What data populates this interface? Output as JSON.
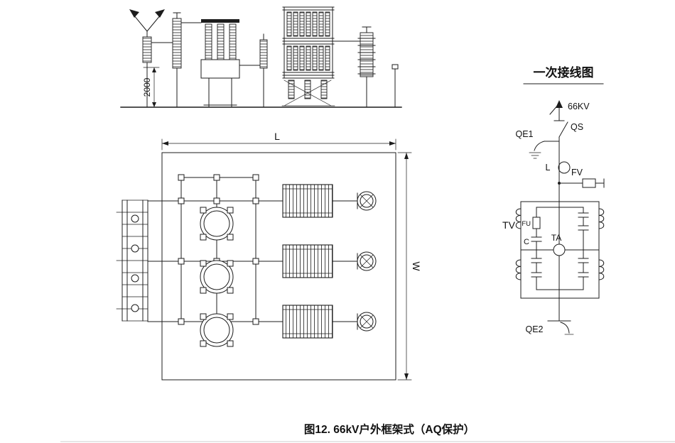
{
  "caption": "图12. 66kV户外框架式（AQ保护）",
  "elevation": {
    "height_dim": "2000"
  },
  "plan": {
    "length_dim": "L",
    "width_dim": "W"
  },
  "schematic": {
    "title": "一次接线图",
    "voltage_label": "66KV",
    "qs_label": "QS",
    "qe1_label": "QE1",
    "reactor_label": "L",
    "fv_label": "FV",
    "tv_label": "TV",
    "fu_label": "FU",
    "c_label": "C",
    "ta_label": "TA",
    "qe2_label": "QE2"
  },
  "colors": {
    "ink": "#1c1c1c",
    "background": "#ffffff"
  }
}
